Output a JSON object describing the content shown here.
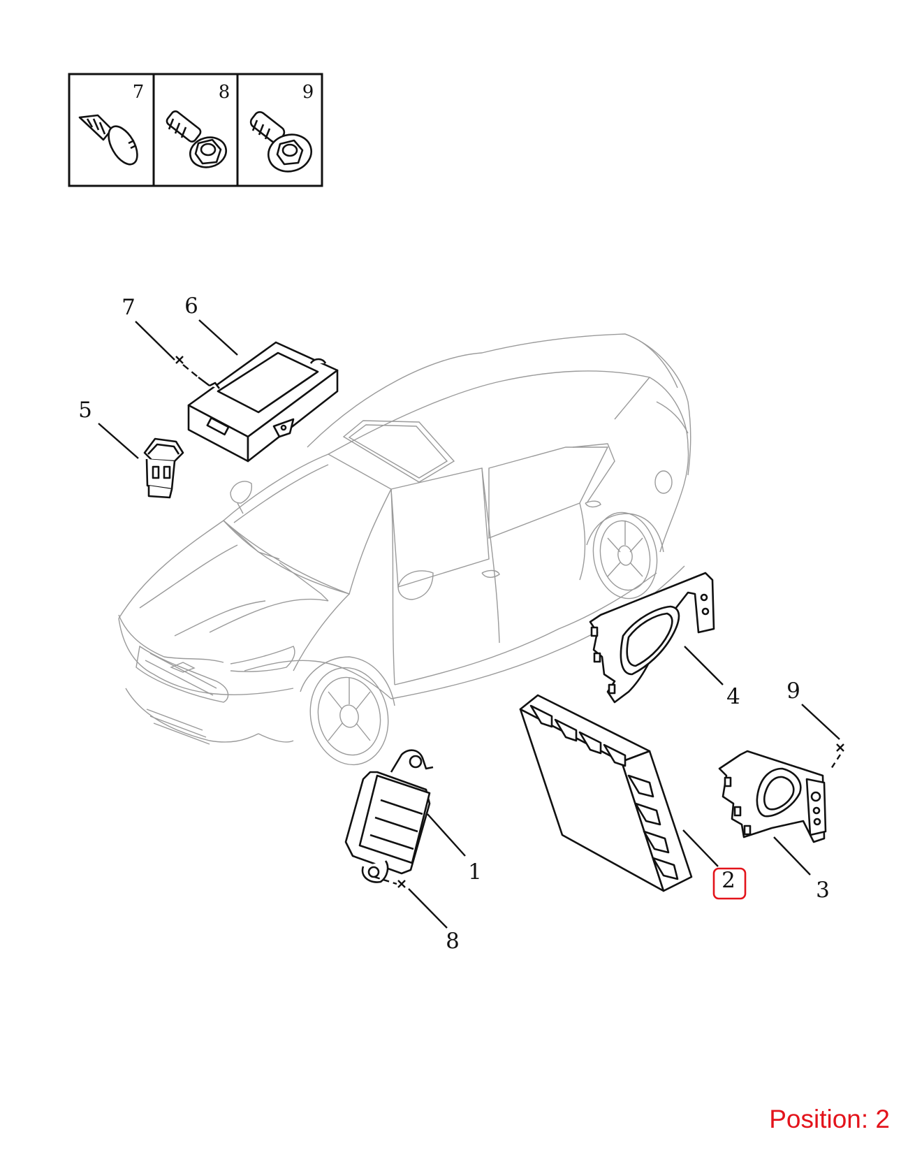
{
  "hardware_table": {
    "cells": [
      {
        "number": "7",
        "icon": "tapping-screw-icon"
      },
      {
        "number": "8",
        "icon": "flange-bolt-icon"
      },
      {
        "number": "9",
        "icon": "washer-bolt-icon"
      }
    ]
  },
  "callouts": {
    "c7": "7",
    "c6": "6",
    "c5": "5",
    "c4": "4",
    "c9": "9",
    "c1": "1",
    "c2": "2",
    "c3": "3",
    "c8": "8"
  },
  "highlight": {
    "callout": "2",
    "color": "#e3131b"
  },
  "position_label": "Position: 2"
}
